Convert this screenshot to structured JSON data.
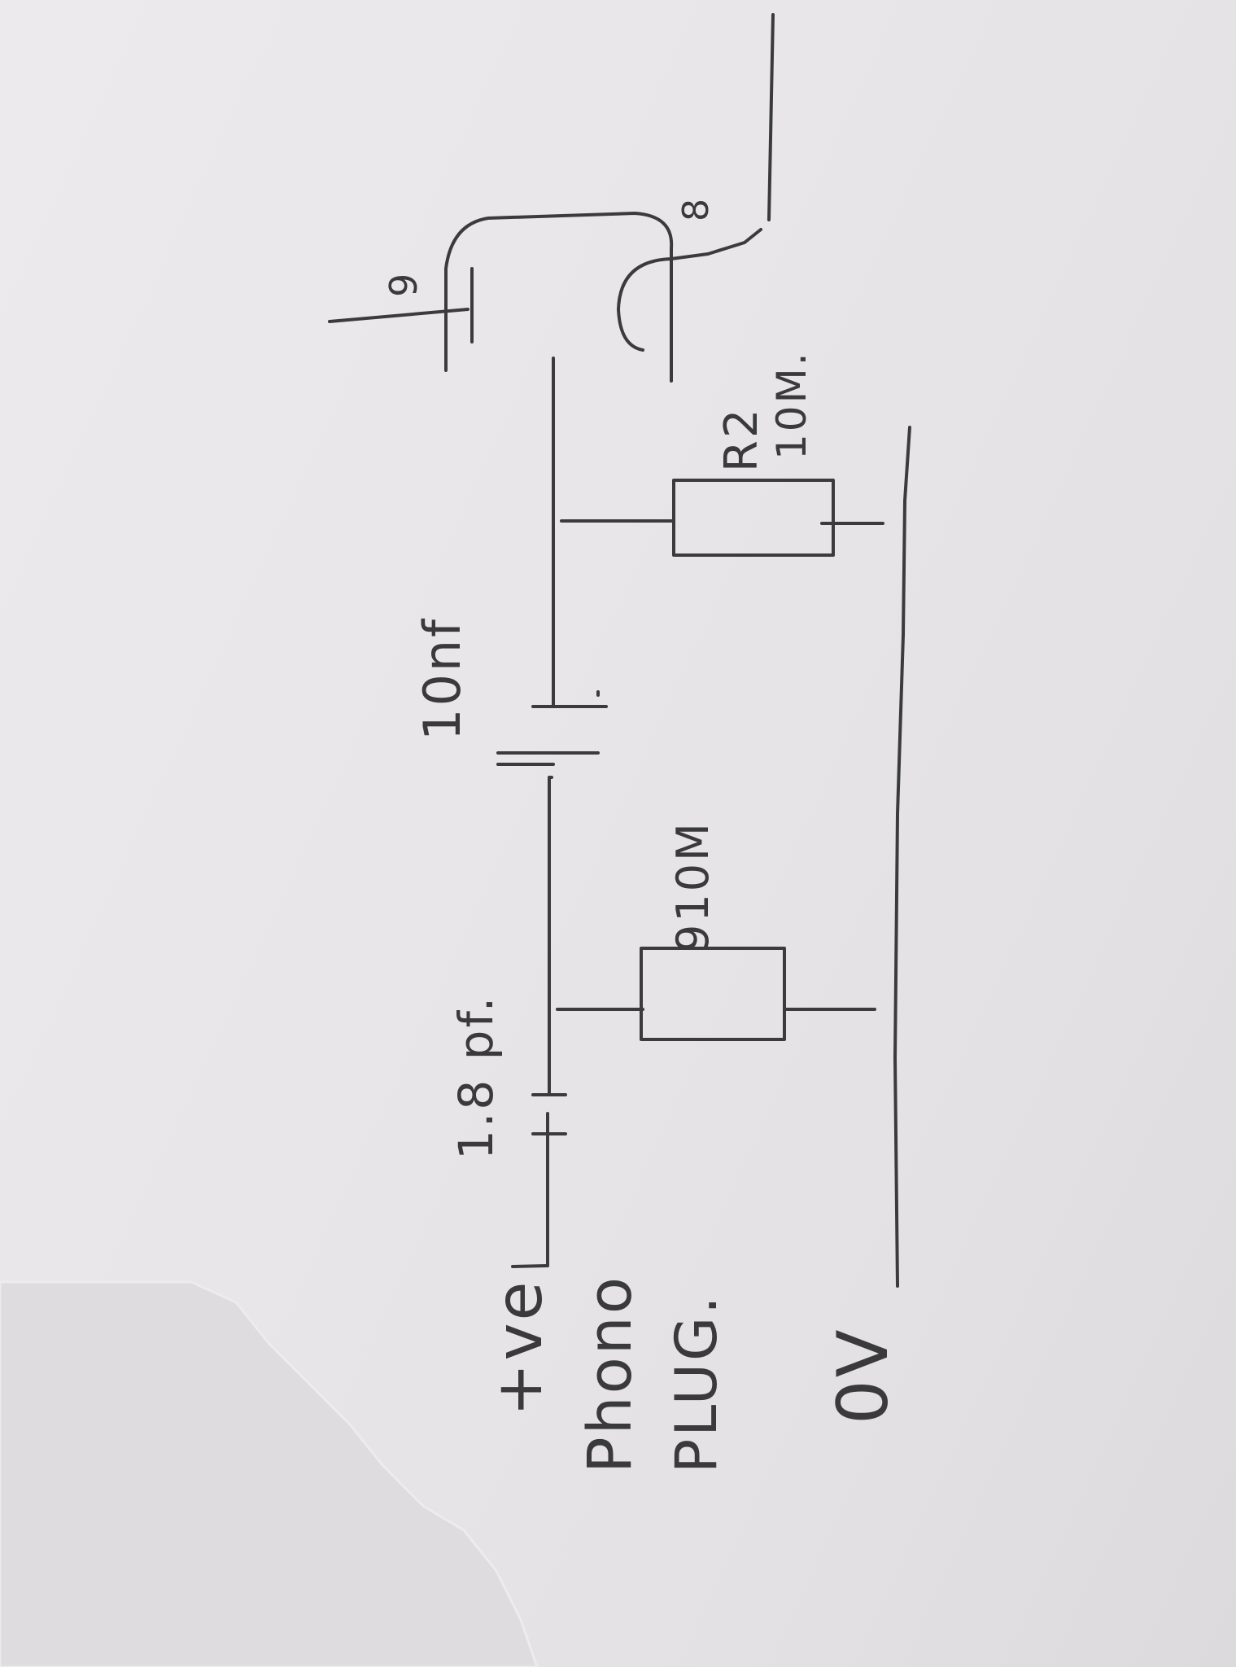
{
  "labels": {
    "plus_ve": "+ve",
    "phono": "Phono",
    "plug": "PLUG.",
    "zero_v": "0V",
    "cap1": "1.8 pf.",
    "cap2": "10nf",
    "res1": "910M",
    "res2_name": "R2",
    "res2_value": "10M.",
    "pin9": "9",
    "pin8": "8"
  },
  "colors": {
    "ink": "#3b3b3d",
    "paper": "#e8e6e8"
  }
}
